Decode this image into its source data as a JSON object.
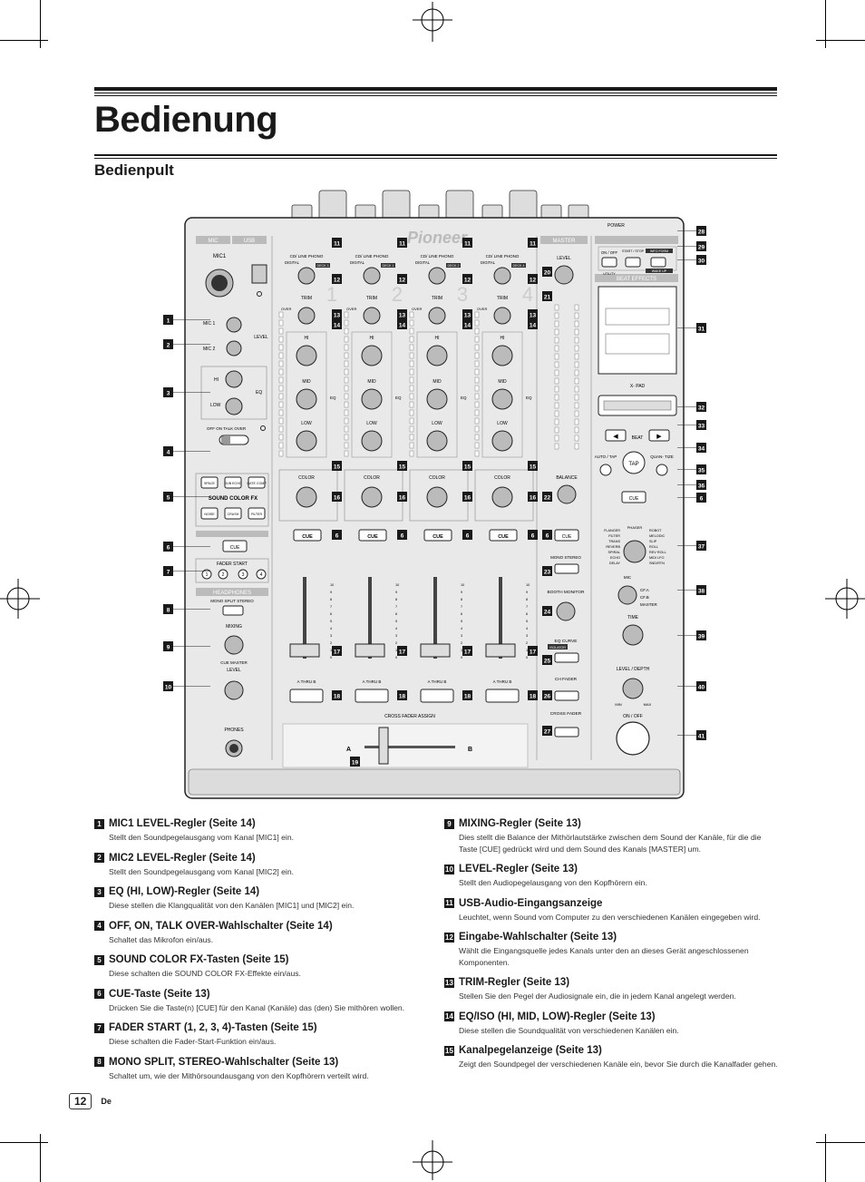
{
  "title": "Bedienung",
  "subtitle": "Bedienpult",
  "page_number": "12",
  "language": "De",
  "mixer": {
    "brand": "Pioneer",
    "section_mic": "MIC",
    "section_usb": "USB",
    "section_master": "MASTER",
    "section_beat_effects": "BEAT EFFECTS",
    "section_headphones": "HEADPHONES",
    "mic1_label": "MIC1",
    "mic1_knob": "MIC 1",
    "mic2_knob": "MIC 2",
    "level": "LEVEL",
    "hi": "HI",
    "low": "LOW",
    "mid": "MID",
    "eq": "EQ",
    "talk_over": "OFF  ON  TALK OVER",
    "sound_color_fx": "SOUND COLOR FX",
    "fx_buttons": [
      "SPACE",
      "DUB ECHO",
      "GATE COMP",
      "NOISE",
      "CRUSH",
      "FILTER"
    ],
    "cue": "CUE",
    "fader_start": "FADER START",
    "fader_start_buttons": [
      "1",
      "2",
      "3",
      "4"
    ],
    "mono_split_stereo": "MONO SPLIT  STEREO",
    "mixing": "MIXING",
    "cue_master": "CUE   MASTER",
    "phones": "PHONES",
    "input_select": "CD/ LINE   PHONO",
    "digital": "DIGITAL",
    "deck_labels": [
      "DECK 3",
      "DECK 1",
      "DECK 2",
      "DECK 4"
    ],
    "channel_numbers": [
      "1",
      "2",
      "3",
      "4"
    ],
    "trim": "TRIM",
    "over": "OVER",
    "color": "COLOR",
    "thru": "A  THRU  B",
    "cross_fader_assign": "CROSS  FADER ASSIGN",
    "cross_a": "A",
    "cross_b": "B",
    "balance": "BALANCE",
    "mono_stereo": "MONO   STEREO",
    "booth_monitor": "BOOTH MONITOR",
    "eq_curve": "EQ  CURVE",
    "isolator": "ISOLATOR",
    "ch_fader": "CH  FADER",
    "cross_fader": "CROSS  FADER",
    "power": "POWER",
    "on_off": "ON / OFF",
    "utility": "UTILITY",
    "start_stop": "START / STOP",
    "info_form": "INFO FORM",
    "wake_up": "WAKE UP",
    "x_pad": "X- PAD",
    "beat": "BEAT",
    "auto_tap": "AUTO / TAP",
    "tap": "TAP",
    "quantize": "QUAN- TIZE",
    "fx_list_left": [
      "FLANGER",
      "FILTER",
      "TRANS",
      "REVERB",
      "SPIRAL",
      "ECHO",
      "DELAY"
    ],
    "fx_list_top": "PHASER",
    "fx_list_right": [
      "ROBOT",
      "MELODIC",
      "SLIP",
      "ROLL",
      "REV ROLL",
      "MIDI LFO",
      "SND/RTN"
    ],
    "mic": "MIC",
    "cfa": "CF.A",
    "cfb": "CF.B",
    "master": "MASTER",
    "time": "TIME",
    "level_depth": "LEVEL / DEPTH",
    "min": "MIN",
    "max": "MAX",
    "fader_scale": [
      "10",
      "9",
      "8",
      "7",
      "6",
      "5",
      "4",
      "3",
      "2",
      "1",
      "0"
    ],
    "callouts_left": [
      "1",
      "2",
      "3",
      "4",
      "5",
      "6",
      "7",
      "8",
      "9",
      "10"
    ],
    "callouts_right": [
      "28",
      "29",
      "30",
      "31",
      "32",
      "33",
      "34",
      "35",
      "36",
      "6",
      "37",
      "38",
      "39",
      "40",
      "41"
    ],
    "callout_11": "11",
    "callout_12": "12",
    "callout_13": "13",
    "callout_14": "14",
    "callout_15": "15",
    "callout_16": "16",
    "callout_17": "17",
    "callout_18": "18",
    "callout_19": "19",
    "callout_20": "20",
    "callout_21": "21",
    "callout_22": "22",
    "callout_23": "23",
    "callout_24": "24",
    "callout_25": "25",
    "callout_26": "26",
    "callout_27": "27",
    "callout_6": "6"
  },
  "items_left": [
    {
      "num": "1",
      "title": "MIC1 LEVEL-Regler (Seite 14)",
      "desc": "Stellt den Soundpegelausgang vom Kanal [MIC1] ein."
    },
    {
      "num": "2",
      "title": "MIC2 LEVEL-Regler (Seite 14)",
      "desc": "Stellt den Soundpegelausgang vom Kanal [MIC2] ein."
    },
    {
      "num": "3",
      "title": "EQ (HI, LOW)-Regler (Seite 14)",
      "desc": "Diese stellen die Klangqualität von den Kanälen [MIC1] und [MIC2] ein."
    },
    {
      "num": "4",
      "title": "OFF, ON, TALK OVER-Wahlschalter (Seite 14)",
      "desc": "Schaltet das Mikrofon ein/aus."
    },
    {
      "num": "5",
      "title": "SOUND COLOR FX-Tasten (Seite 15)",
      "desc": "Diese schalten die SOUND COLOR FX-Effekte ein/aus."
    },
    {
      "num": "6",
      "title": "CUE-Taste (Seite 13)",
      "desc": "Drücken Sie die Taste(n) [CUE] für den Kanal (Kanäle) das (den) Sie mithören wollen."
    },
    {
      "num": "7",
      "title": "FADER START (1, 2, 3, 4)-Tasten (Seite 15)",
      "desc": "Diese schalten die Fader-Start-Funktion ein/aus."
    },
    {
      "num": "8",
      "title": "MONO SPLIT, STEREO-Wahlschalter (Seite 13)",
      "desc": "Schaltet um, wie der Mithörsoundausgang von den Kopfhörern verteilt wird."
    }
  ],
  "items_right": [
    {
      "num": "9",
      "title": "MIXING-Regler (Seite 13)",
      "desc": "Dies stellt die Balance der Mithörlautstärke zwischen dem Sound der Kanäle, für die die Taste [CUE] gedrückt wird und dem Sound des Kanals [MASTER] um."
    },
    {
      "num": "10",
      "title": "LEVEL-Regler (Seite 13)",
      "desc": "Stellt den Audiopegelausgang von den Kopfhörern ein."
    },
    {
      "num": "11",
      "title": "USB-Audio-Eingangsanzeige",
      "desc": "Leuchtet, wenn Sound vom Computer zu den verschiedenen Kanälen eingegeben wird."
    },
    {
      "num": "12",
      "title": "Eingabe-Wahlschalter (Seite 13)",
      "desc": "Wählt die Eingangsquelle jedes Kanals unter den an dieses Gerät angeschlossenen Komponenten."
    },
    {
      "num": "13",
      "title": "TRIM-Regler (Seite 13)",
      "desc": "Stellen Sie den Pegel der Audiosignale ein, die in jedem Kanal angelegt werden."
    },
    {
      "num": "14",
      "title": "EQ/ISO (HI, MID, LOW)-Regler (Seite 13)",
      "desc": "Diese stellen die Soundqualität von verschiedenen Kanälen ein."
    },
    {
      "num": "15",
      "title": "Kanalpegelanzeige (Seite 13)",
      "desc": "Zeigt den Soundpegel der verschiedenen Kanäle ein, bevor Sie durch die Kanalfader gehen."
    }
  ]
}
